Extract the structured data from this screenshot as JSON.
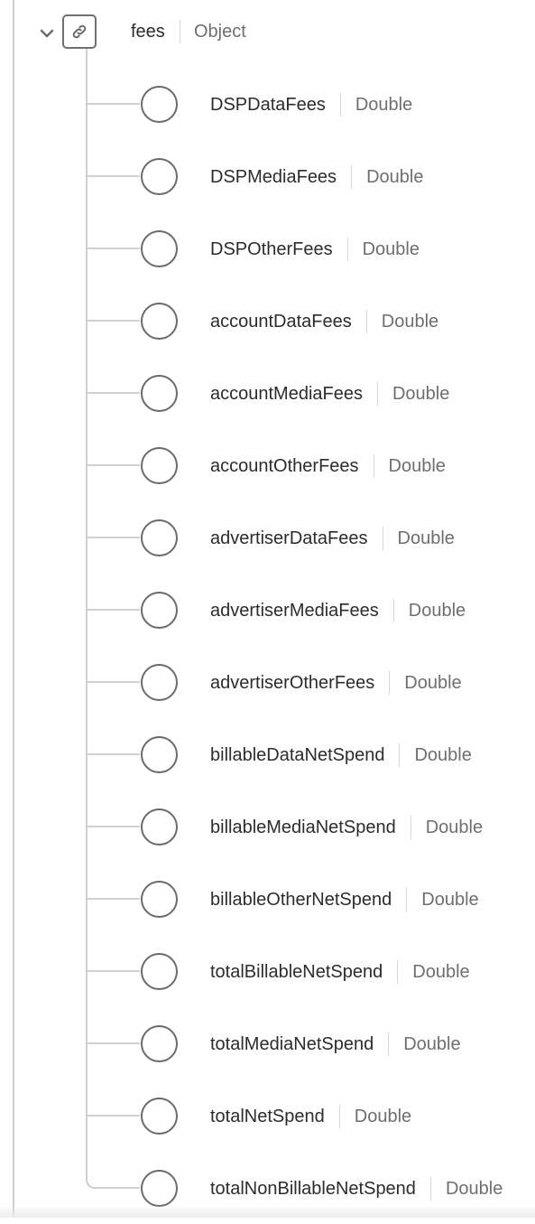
{
  "root": {
    "name": "fees",
    "type": "Object"
  },
  "fields": [
    {
      "name": "DSPDataFees",
      "type": "Double"
    },
    {
      "name": "DSPMediaFees",
      "type": "Double"
    },
    {
      "name": "DSPOtherFees",
      "type": "Double"
    },
    {
      "name": "accountDataFees",
      "type": "Double"
    },
    {
      "name": "accountMediaFees",
      "type": "Double"
    },
    {
      "name": "accountOtherFees",
      "type": "Double"
    },
    {
      "name": "advertiserDataFees",
      "type": "Double"
    },
    {
      "name": "advertiserMediaFees",
      "type": "Double"
    },
    {
      "name": "advertiserOtherFees",
      "type": "Double"
    },
    {
      "name": "billableDataNetSpend",
      "type": "Double"
    },
    {
      "name": "billableMediaNetSpend",
      "type": "Double"
    },
    {
      "name": "billableOtherNetSpend",
      "type": "Double"
    },
    {
      "name": "totalBillableNetSpend",
      "type": "Double"
    },
    {
      "name": "totalMediaNetSpend",
      "type": "Double"
    },
    {
      "name": "totalNetSpend",
      "type": "Double"
    },
    {
      "name": "totalNonBillableNetSpend",
      "type": "Double"
    }
  ],
  "icons": {
    "expand": "chevron-down-icon",
    "root": "link-icon",
    "leaf": "circle-node-icon"
  },
  "colors": {
    "line": "#cfcfcf",
    "icon_border": "#6b6b6b",
    "name_text": "#2c2c2c",
    "type_text": "#6e6e6e"
  }
}
